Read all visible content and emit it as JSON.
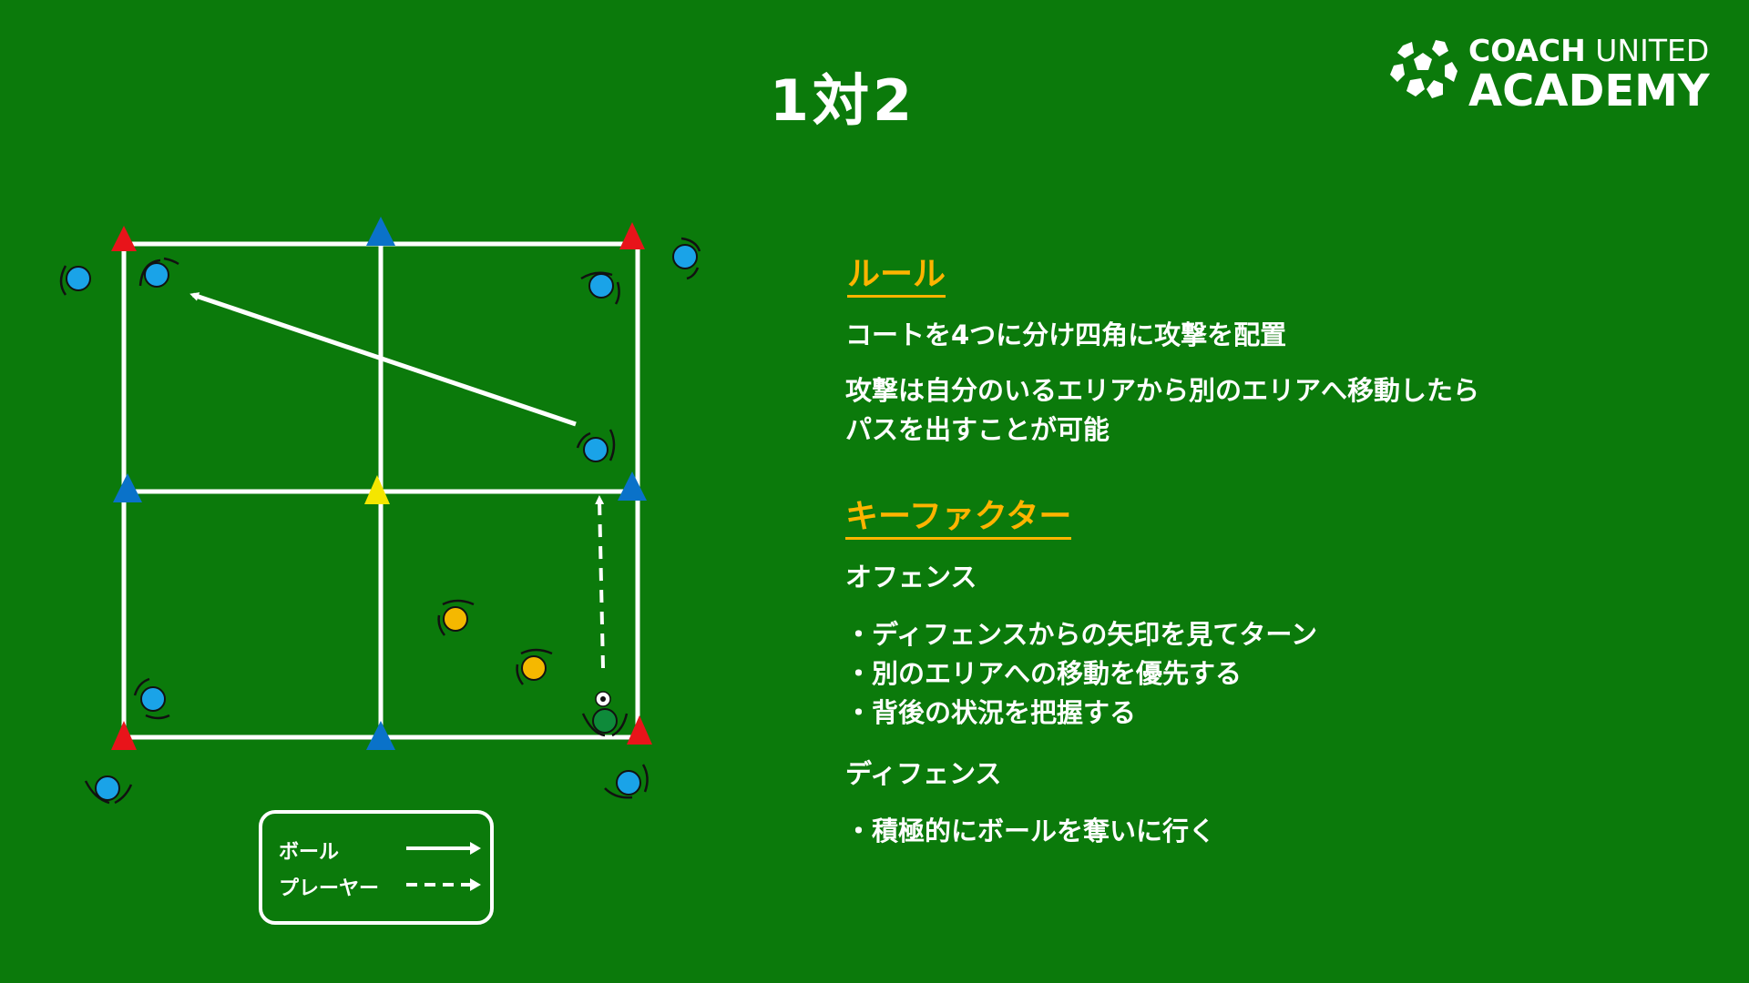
{
  "title": "1対2",
  "logo": {
    "line1_bold": "COACH",
    "line1_thin": " UNITED",
    "line2": "ACADEMY"
  },
  "legend": {
    "ball_label": "ボール",
    "player_label": "プレーヤー"
  },
  "rules": {
    "heading": "ルール",
    "items": [
      "コートを4つに分け四角に攻撃を配置",
      "攻撃は自分のいるエリアから別のエリアへ移動したら",
      "パスを出すことが可能"
    ]
  },
  "key_factors": {
    "heading": "キーファクター",
    "offense_title": "オフェンス",
    "offense_items": [
      "・ディフェンスからの矢印を見てターン",
      "・別のエリアへの移動を優先する",
      "・背後の状況を把握する"
    ],
    "defense_title": "ディフェンス",
    "defense_items": [
      "・積極的にボールを奪いに行く"
    ]
  },
  "colors": {
    "background": "#0b7a0b",
    "attacker": "#1aa3e8",
    "defender": "#f5b800",
    "cone_red": "#e8141a",
    "cone_blue": "#0a72c9",
    "cone_yellow": "#f5e600",
    "ball_carrier": "#0e8a3a",
    "heading": "#ffb400"
  },
  "icons": {
    "attacker": "player-attacker-icon",
    "defender": "player-defender-icon",
    "ball": "ball-icon",
    "cone": "cone-icon"
  }
}
